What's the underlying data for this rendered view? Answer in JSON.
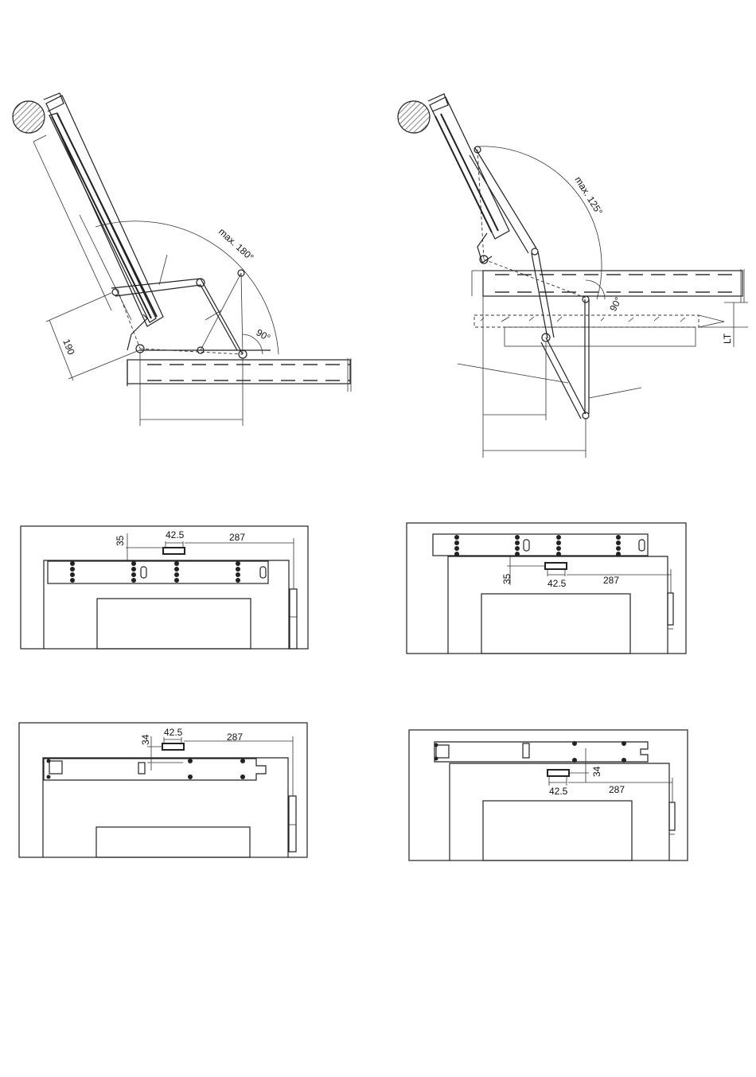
{
  "side_view_left": {
    "arc_label": "max. 180°",
    "angle_label": "90°",
    "dim_label": "190"
  },
  "side_view_right": {
    "arc_label": "max. 125°",
    "angle_label": "90°",
    "dim_label": "LT"
  },
  "plan_top_left": {
    "dim_a": "35",
    "dim_b": "42.5",
    "dim_c": "287"
  },
  "plan_top_right": {
    "dim_a": "35",
    "dim_b": "42.5",
    "dim_c": "287"
  },
  "plan_bottom_left": {
    "dim_a": "34",
    "dim_b": "42.5",
    "dim_c": "287"
  },
  "plan_bottom_right": {
    "dim_a": "34",
    "dim_b": "42.5",
    "dim_c": "287"
  },
  "colors": {
    "line": "#222222",
    "hatch": "#555555",
    "background": "#ffffff"
  }
}
